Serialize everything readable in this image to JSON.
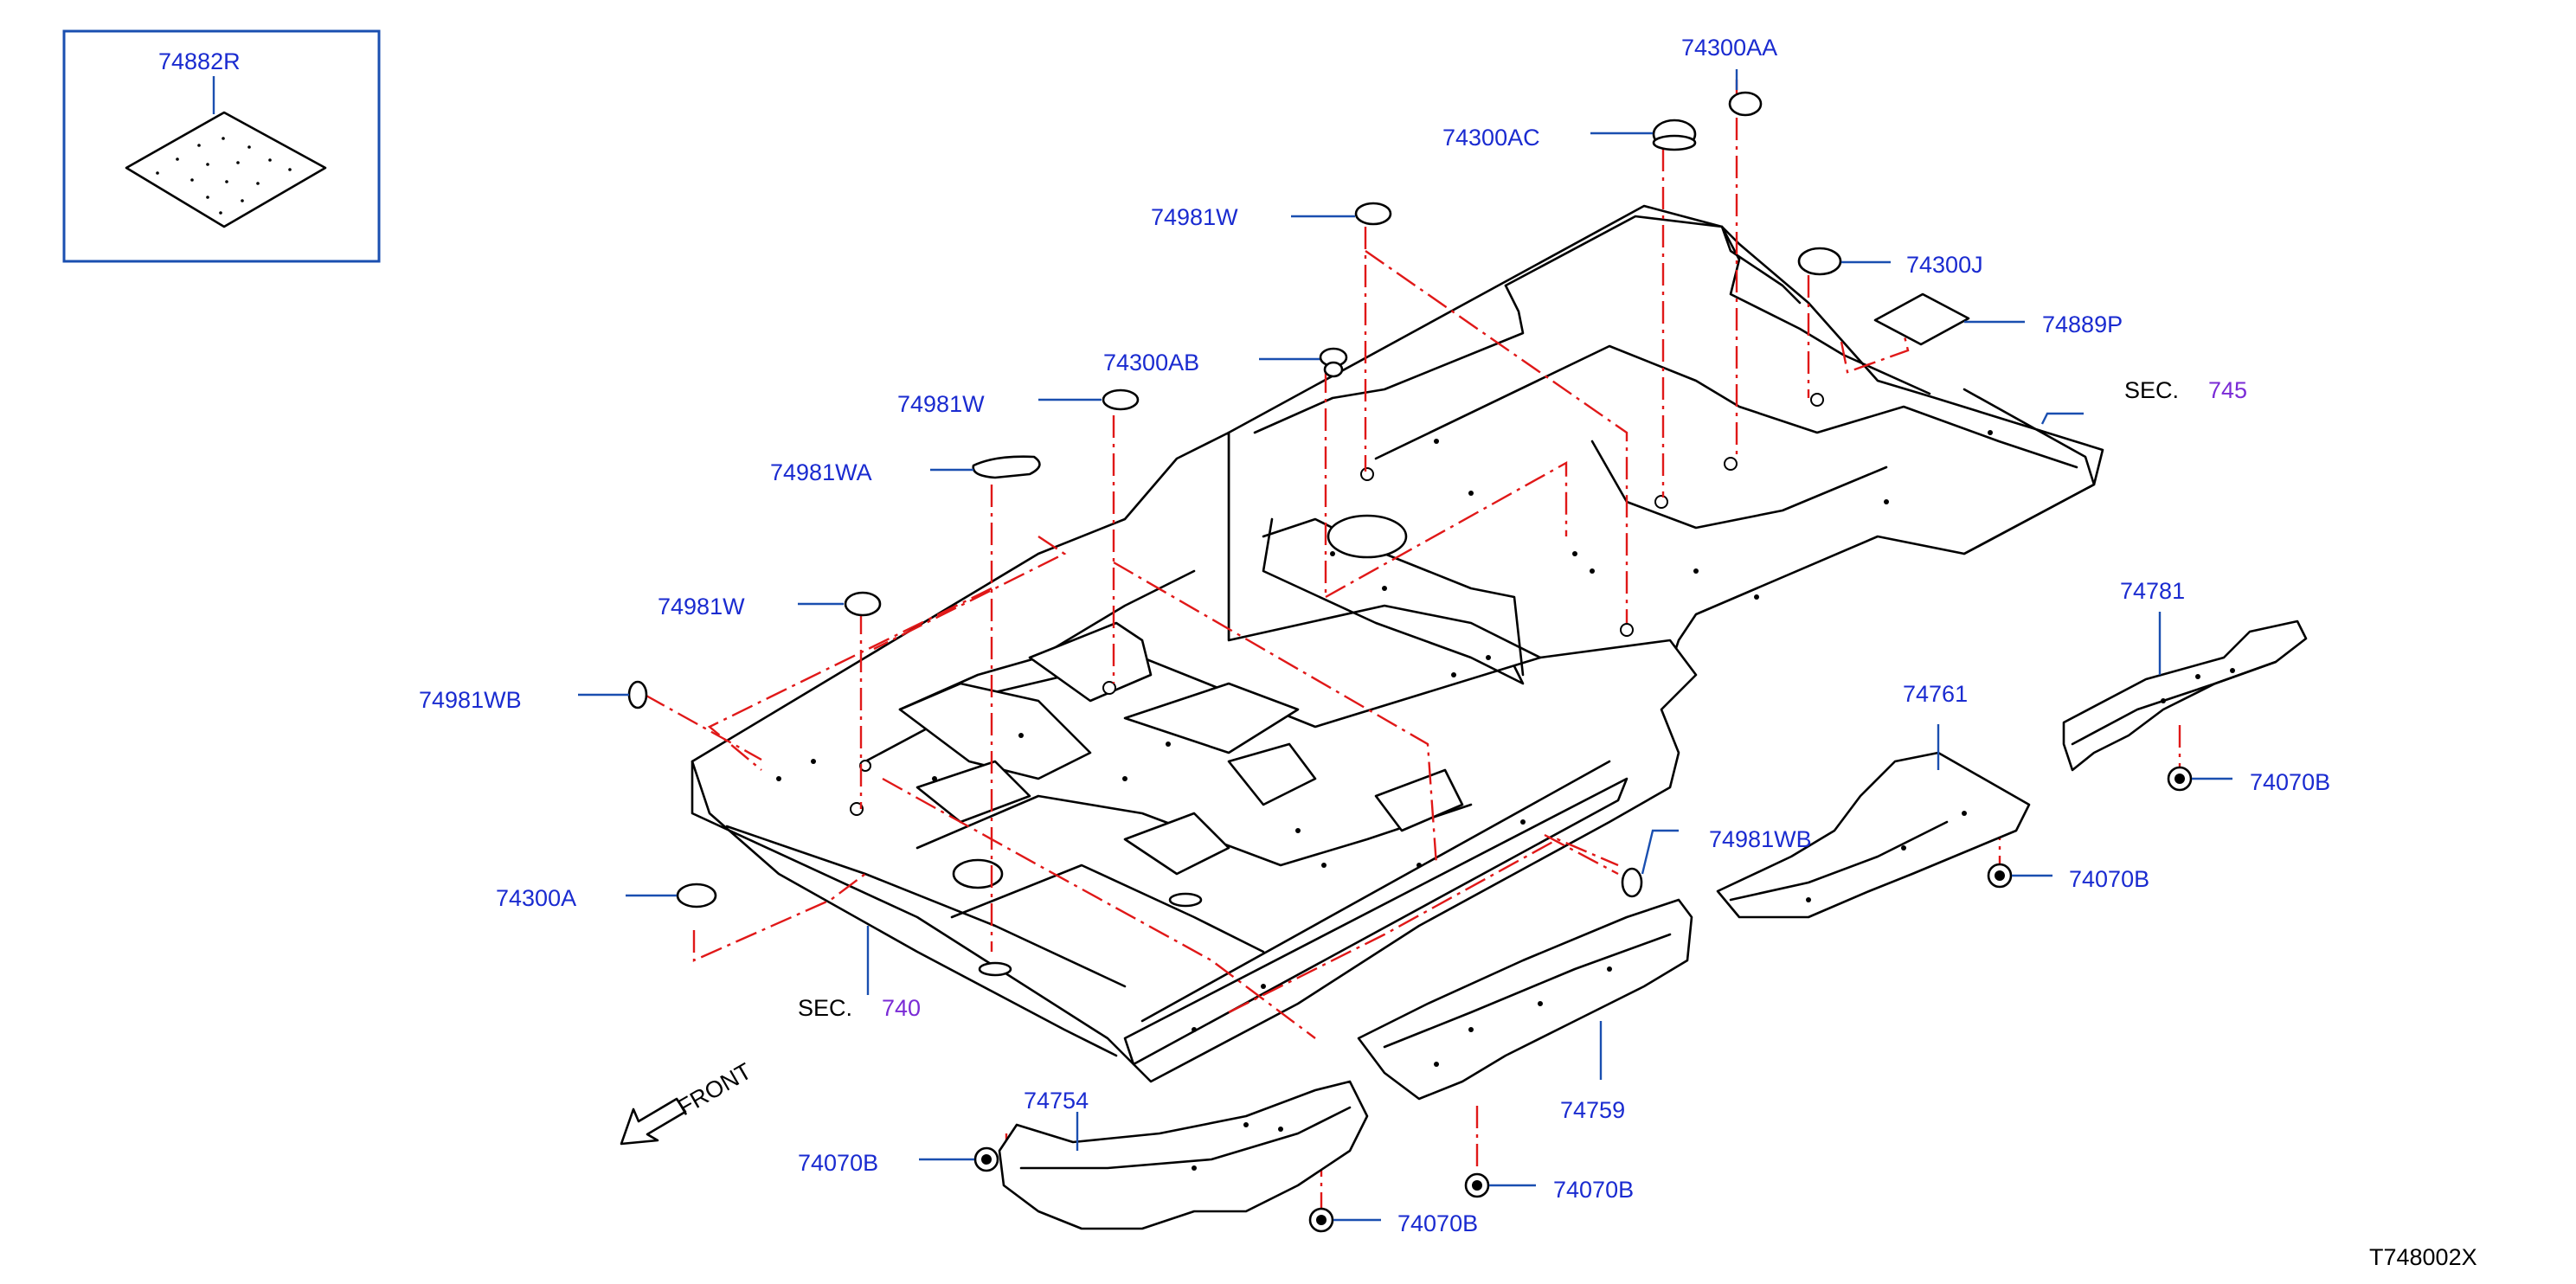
{
  "diagram_code": "T748002X",
  "front_label": "FRONT",
  "colors": {
    "label": "#1a2bd0",
    "leader": "#1a4fb0",
    "callout_line": "#e01818",
    "section_number": "#7a2bd6",
    "inset_border": "#1a4fb0"
  },
  "inset": {
    "part_number": "74882R"
  },
  "section_refs": [
    {
      "prefix": "SEC.",
      "number": "745"
    },
    {
      "prefix": "SEC.",
      "number": "740"
    }
  ],
  "parts": [
    {
      "id": "74300AA",
      "label": "74300AA"
    },
    {
      "id": "74300AC",
      "label": "74300AC"
    },
    {
      "id": "74981W-top",
      "label": "74981W"
    },
    {
      "id": "74300J",
      "label": "74300J"
    },
    {
      "id": "74889P",
      "label": "74889P"
    },
    {
      "id": "74300AB",
      "label": "74300AB"
    },
    {
      "id": "74981W-mid",
      "label": "74981W"
    },
    {
      "id": "74981WA",
      "label": "74981WA"
    },
    {
      "id": "74981W-left",
      "label": "74981W"
    },
    {
      "id": "74981WB-left",
      "label": "74981WB"
    },
    {
      "id": "74300A",
      "label": "74300A"
    },
    {
      "id": "74781",
      "label": "74781"
    },
    {
      "id": "74070B-a",
      "label": "74070B"
    },
    {
      "id": "74761",
      "label": "74761"
    },
    {
      "id": "74070B-b",
      "label": "74070B"
    },
    {
      "id": "74981WB-right",
      "label": "74981WB"
    },
    {
      "id": "74759",
      "label": "74759"
    },
    {
      "id": "74070B-c",
      "label": "74070B"
    },
    {
      "id": "74754",
      "label": "74754"
    },
    {
      "id": "74070B-d",
      "label": "74070B"
    },
    {
      "id": "74070B-e",
      "label": "74070B"
    }
  ]
}
